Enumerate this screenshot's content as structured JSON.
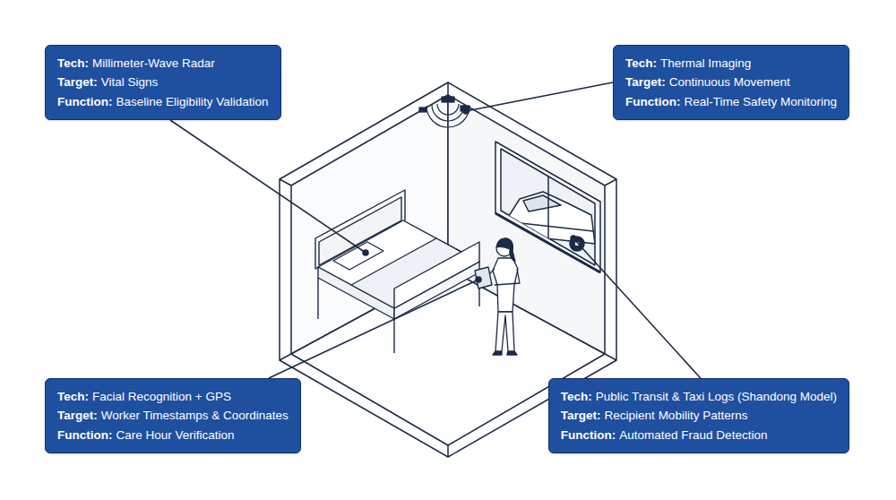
{
  "diagram": {
    "nodes": [
      {
        "text": [
          "Tech:",
          "Millimeter-Wave Radar",
          "Target:",
          "Vital Signs",
          "Function:",
          "Baseline Eligibility Validation"
        ]
      },
      {
        "text": [
          "Tech:",
          "Thermal Imaging",
          "Target:",
          "Continuous Movement",
          "Function:",
          "Real-Time Safety Monitoring"
        ]
      },
      {
        "text": [
          "Tech:",
          "Facial Recognition + GPS",
          "Target:",
          "Worker Timestamps & Coordinates",
          "Function:",
          "Care Hour Verification"
        ]
      },
      {
        "text": [
          "Tech:",
          "Public Transit & Taxi Logs (Shandong Model)",
          "Target:",
          "Recipient Mobility Patterns",
          "Function:",
          "Automated Fraud Detection"
        ]
      }
    ]
  }
}
